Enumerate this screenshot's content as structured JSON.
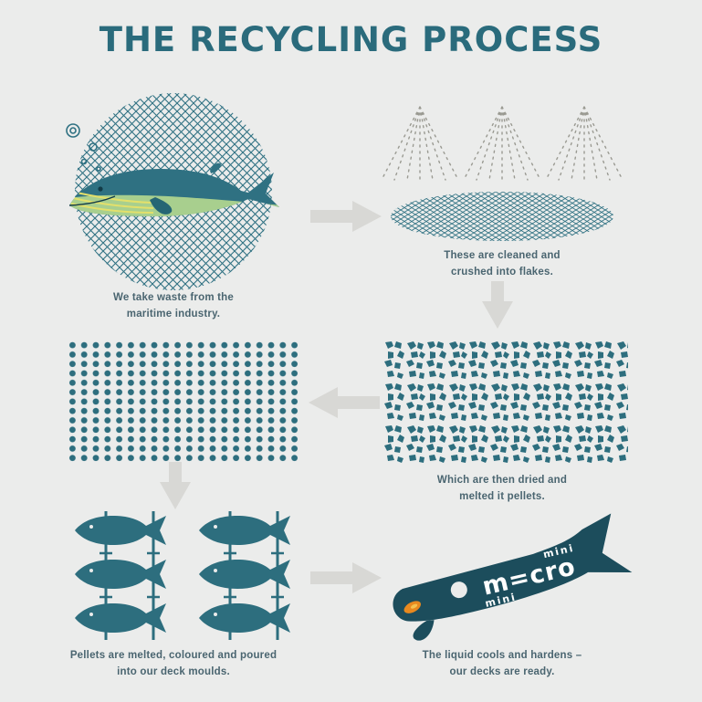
{
  "title": "THE RECYCLING PROCESS",
  "steps": {
    "waste": {
      "caption": "We take waste from the\nmaritime industry."
    },
    "cleaned": {
      "caption": "These are cleaned and\ncrushed into flakes."
    },
    "flakes": {
      "caption": "Which are then dried and\nmelted it pellets."
    },
    "moulds": {
      "caption": "Pellets are melted, coloured and poured\ninto our deck moulds."
    },
    "deck": {
      "caption": "The liquid cools and hardens –\nour decks are ready."
    }
  },
  "deck_print": {
    "brand": "m=cro",
    "mini_top": "mini",
    "mini_bottom": "mini"
  },
  "colors": {
    "background": "#ebeceb",
    "teal": "#2d6e7e",
    "title_teal": "#2a6b7c",
    "deck_teal": "#1c4d5c",
    "arrow_gray": "#d8d8d5",
    "spray_gray": "#9a9a92",
    "belly_green": "#a8cf8e",
    "groove_yellow": "#e3e06b",
    "accent_orange": "#e8891f"
  }
}
